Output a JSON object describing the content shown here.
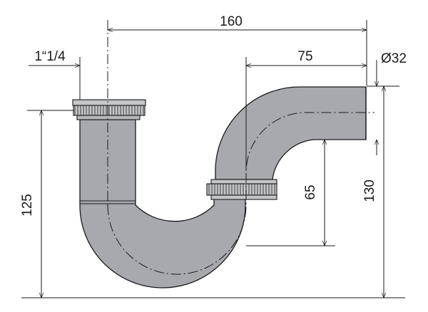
{
  "drawing": {
    "subject": "s-trap",
    "colors": {
      "pipe_fill": "#a7a9ac",
      "pipe_stroke": "#1a1a1a",
      "nut_fill": "#c4c6c8",
      "dim_line": "#1a1a1a",
      "background": "#ffffff"
    },
    "dimensions": {
      "overall_width": "160",
      "outlet_offset": "75",
      "thread_size": "1“1/4",
      "outlet_diameter": "Ø32",
      "inlet_height": "125",
      "outlet_height": "130",
      "seal_depth": "65"
    }
  }
}
